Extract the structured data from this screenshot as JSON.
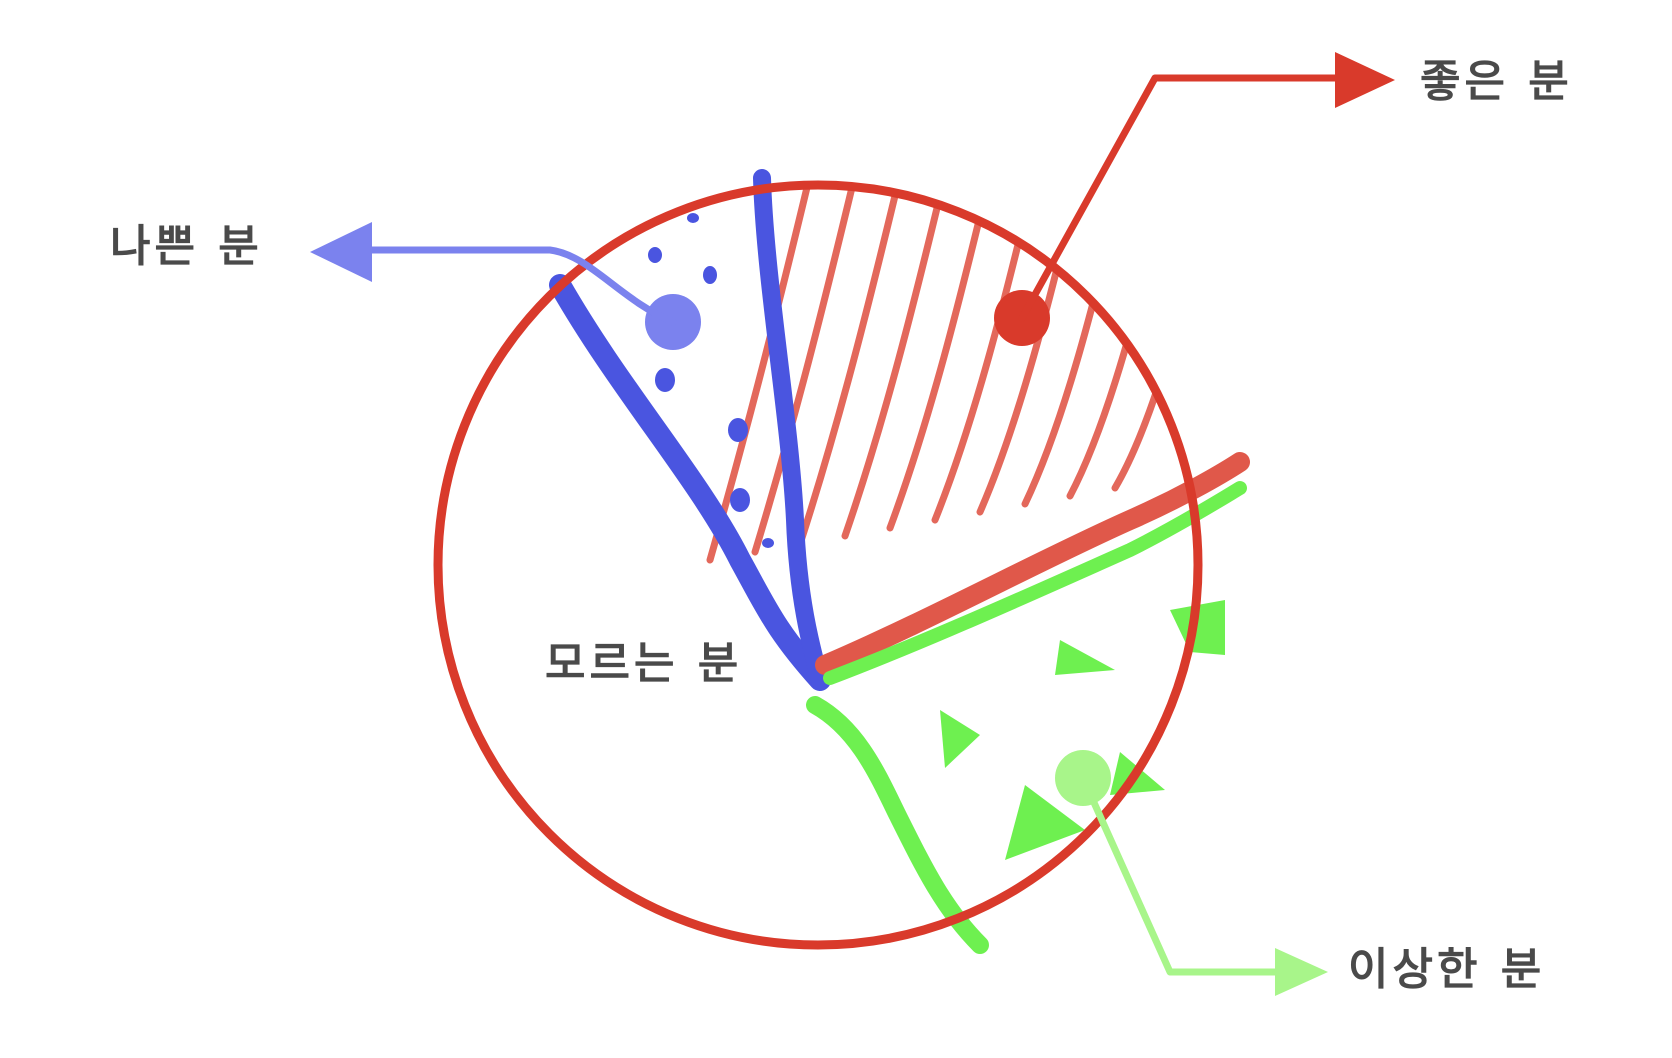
{
  "diagram": {
    "segments": [
      {
        "id": "good",
        "label": "좋은 분",
        "color": "#d93a2b"
      },
      {
        "id": "bad",
        "label": "나쁜 분",
        "color": "#4a55e0"
      },
      {
        "id": "unknown",
        "label": "모르는 분",
        "color": "#d93a2b"
      },
      {
        "id": "strange",
        "label": "이상한 분",
        "color": "#6ef050"
      }
    ],
    "colors": {
      "outline": "#d93a2b",
      "good": "#e0584a",
      "bad": "#4a55e0",
      "bad_callout": "#7b82ee",
      "strange": "#6ef050",
      "strange_callout": "#a8f58a",
      "text": "#4a4a4a"
    }
  }
}
